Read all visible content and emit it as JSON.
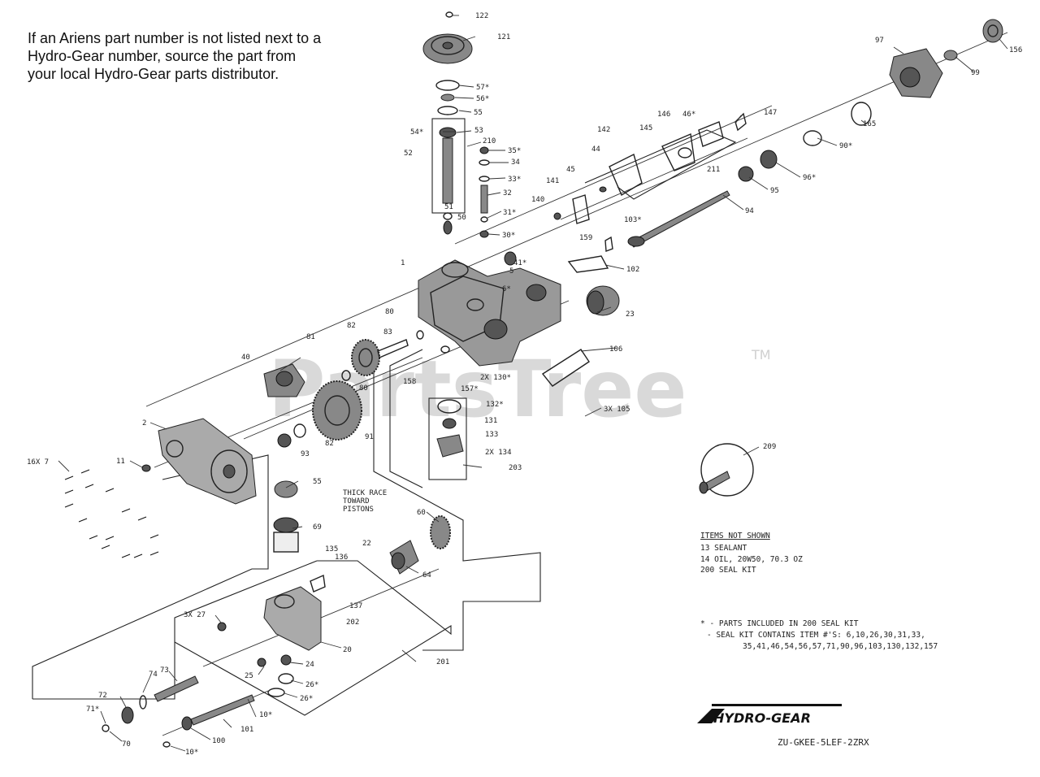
{
  "note": "If an Ariens part number is not listed next to a\nHydro-Gear number, source the part from\nyour local Hydro-Gear parts distributor.",
  "watermark": "PartsTree",
  "trademark": "TM",
  "thick_race_note": [
    "THICK RACE",
    "TOWARD",
    "PISTONS"
  ],
  "items_not_shown": {
    "header": "ITEMS NOT SHOWN",
    "lines": [
      "13 SEALANT",
      "14 OIL, 20W50, 70.3 OZ",
      "200 SEAL KIT"
    ]
  },
  "seal_kit": {
    "lines": [
      "* - PARTS INCLUDED IN 200 SEAL KIT",
      "- SEAL KIT CONTAINS ITEM #'S: 6,10,26,30,31,33,",
      "35,41,46,54,56,57,71,90,96,103,130,132,157"
    ]
  },
  "logo": "HYDRO-GEAR",
  "model_code": "ZU-GKEE-5LEF-2ZRX",
  "callouts": [
    {
      "id": "c122",
      "text": "122"
    },
    {
      "id": "c121",
      "text": "121"
    },
    {
      "id": "c57",
      "text": "57*"
    },
    {
      "id": "c56",
      "text": "56*"
    },
    {
      "id": "c55a",
      "text": "55"
    },
    {
      "id": "c54",
      "text": "54*"
    },
    {
      "id": "c53",
      "text": "53"
    },
    {
      "id": "c52",
      "text": "52"
    },
    {
      "id": "c210",
      "text": "210"
    },
    {
      "id": "c35",
      "text": "35*"
    },
    {
      "id": "c34",
      "text": "34"
    },
    {
      "id": "c33",
      "text": "33*"
    },
    {
      "id": "c32",
      "text": "32"
    },
    {
      "id": "c51",
      "text": "51"
    },
    {
      "id": "c50",
      "text": "50"
    },
    {
      "id": "c31",
      "text": "31*"
    },
    {
      "id": "c30",
      "text": "30*"
    },
    {
      "id": "c1",
      "text": "1"
    },
    {
      "id": "c5",
      "text": "5"
    },
    {
      "id": "c41",
      "text": "41*"
    },
    {
      "id": "c6",
      "text": "6*"
    },
    {
      "id": "c140",
      "text": "140"
    },
    {
      "id": "c141",
      "text": "141"
    },
    {
      "id": "c45",
      "text": "45"
    },
    {
      "id": "c44",
      "text": "44"
    },
    {
      "id": "c142",
      "text": "142"
    },
    {
      "id": "c145",
      "text": "145"
    },
    {
      "id": "c146",
      "text": "146"
    },
    {
      "id": "c46",
      "text": "46*"
    },
    {
      "id": "c147",
      "text": "147"
    },
    {
      "id": "c211",
      "text": "211"
    },
    {
      "id": "c97",
      "text": "97"
    },
    {
      "id": "c156",
      "text": "156"
    },
    {
      "id": "c99",
      "text": "99"
    },
    {
      "id": "c165",
      "text": "165"
    },
    {
      "id": "c90",
      "text": "90*"
    },
    {
      "id": "c96",
      "text": "96*"
    },
    {
      "id": "c95",
      "text": "95"
    },
    {
      "id": "c94",
      "text": "94"
    },
    {
      "id": "c103",
      "text": "103*"
    },
    {
      "id": "c159",
      "text": "159"
    },
    {
      "id": "c102",
      "text": "102"
    },
    {
      "id": "c23",
      "text": "23"
    },
    {
      "id": "c106",
      "text": "106"
    },
    {
      "id": "c105",
      "text": "3X 105"
    },
    {
      "id": "c80a",
      "text": "80"
    },
    {
      "id": "c82a",
      "text": "82"
    },
    {
      "id": "c81",
      "text": "81"
    },
    {
      "id": "c83",
      "text": "83"
    },
    {
      "id": "c158",
      "text": "158"
    },
    {
      "id": "c130",
      "text": "2X 130*"
    },
    {
      "id": "c157",
      "text": "157*"
    },
    {
      "id": "c132",
      "text": "132*"
    },
    {
      "id": "c131",
      "text": "131"
    },
    {
      "id": "c133",
      "text": "133"
    },
    {
      "id": "c134",
      "text": "2X 134"
    },
    {
      "id": "c203",
      "text": "203"
    },
    {
      "id": "c40",
      "text": "40"
    },
    {
      "id": "c80b",
      "text": "80"
    },
    {
      "id": "c2",
      "text": "2"
    },
    {
      "id": "c82b",
      "text": "82"
    },
    {
      "id": "c91",
      "text": "91"
    },
    {
      "id": "c93",
      "text": "93"
    },
    {
      "id": "c7",
      "text": "16X 7"
    },
    {
      "id": "c11",
      "text": "11"
    },
    {
      "id": "c55b",
      "text": "55"
    },
    {
      "id": "c60",
      "text": "60"
    },
    {
      "id": "c69",
      "text": "69"
    },
    {
      "id": "c135",
      "text": "135"
    },
    {
      "id": "c136",
      "text": "136"
    },
    {
      "id": "c22",
      "text": "22"
    },
    {
      "id": "c64",
      "text": "64"
    },
    {
      "id": "c137",
      "text": "137"
    },
    {
      "id": "c202",
      "text": "202"
    },
    {
      "id": "c27",
      "text": "3X 27"
    },
    {
      "id": "c20",
      "text": "20"
    },
    {
      "id": "c201",
      "text": "201"
    },
    {
      "id": "c24",
      "text": "24"
    },
    {
      "id": "c25",
      "text": "25"
    },
    {
      "id": "c26a",
      "text": "26*"
    },
    {
      "id": "c26b",
      "text": "26*"
    },
    {
      "id": "c73",
      "text": "73"
    },
    {
      "id": "c74",
      "text": "74"
    },
    {
      "id": "c72",
      "text": "72"
    },
    {
      "id": "c71",
      "text": "71*"
    },
    {
      "id": "c70",
      "text": "70"
    },
    {
      "id": "c10a",
      "text": "10*"
    },
    {
      "id": "c101",
      "text": "101"
    },
    {
      "id": "c100",
      "text": "100"
    },
    {
      "id": "c10b",
      "text": "10*"
    },
    {
      "id": "c209",
      "text": "209"
    }
  ]
}
